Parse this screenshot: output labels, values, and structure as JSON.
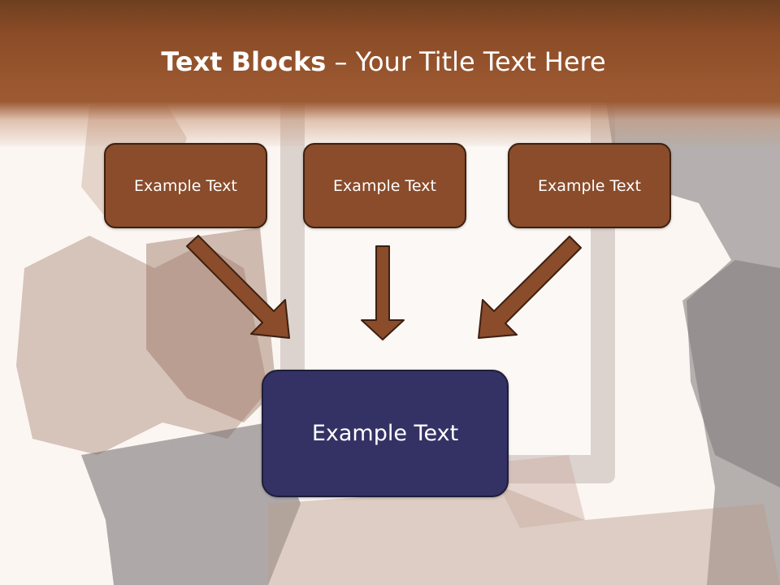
{
  "slide": {
    "title_bold": "Text Blocks",
    "title_dash": " – ",
    "title_rest": "Your Title Text Here"
  },
  "blocks": {
    "left": "Example Text",
    "middle": "Example Text",
    "right": "Example Text",
    "main": "Example Text"
  },
  "colors": {
    "header": "#9a5730",
    "block_fill": "#8a4c2b",
    "main_fill": "#343264",
    "arrow_fill": "#8a4c2b",
    "arrow_stroke": "#3d2010"
  }
}
